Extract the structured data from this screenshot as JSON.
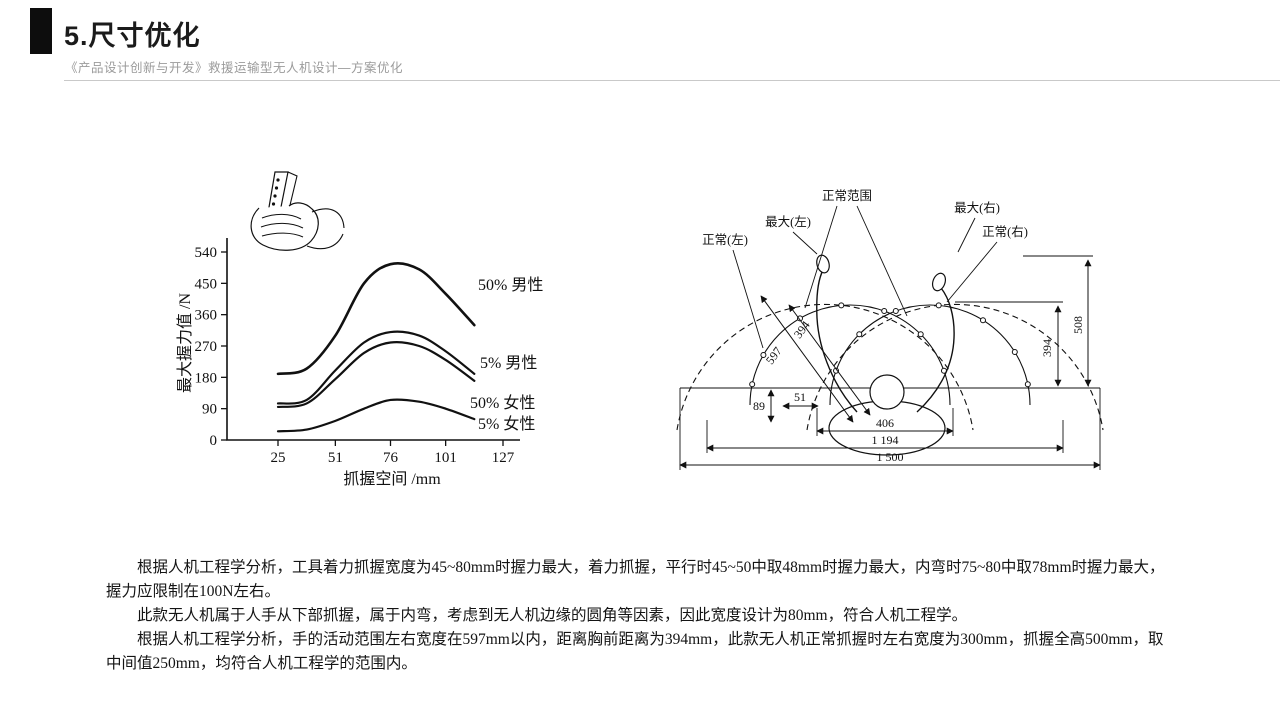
{
  "slide": {
    "title": "5.尺寸优化",
    "subtitle": "《产品设计创新与开发》救援运输型无人机设计—方案优化"
  },
  "chart_data": {
    "type": "line",
    "title": "",
    "xlabel": "抓握空间 /mm",
    "ylabel": "最大握力值 /N",
    "x": [
      25,
      38,
      51,
      64,
      76,
      89,
      101,
      114
    ],
    "x_ticks": [
      25,
      51,
      76,
      101,
      127
    ],
    "y_ticks": [
      0,
      90,
      180,
      270,
      360,
      450,
      540
    ],
    "xlim": [
      25,
      127
    ],
    "ylim": [
      0,
      540
    ],
    "grid": false,
    "legend_position": "inline-right",
    "series": [
      {
        "name": "50% 男性",
        "values": [
          190,
          205,
          300,
          450,
          505,
          490,
          420,
          330
        ]
      },
      {
        "name": "5% 男性",
        "values": [
          105,
          115,
          200,
          280,
          310,
          300,
          255,
          190
        ]
      },
      {
        "name": "50% 女性",
        "values": [
          95,
          105,
          175,
          250,
          280,
          270,
          230,
          170
        ]
      },
      {
        "name": "5% 女性",
        "values": [
          25,
          30,
          55,
          90,
          115,
          110,
          90,
          60
        ]
      }
    ]
  },
  "reach_diagram": {
    "labels": {
      "normal_range": "正常范围",
      "max_left": "最大(左)",
      "normal_left": "正常(左)",
      "max_right": "最大(右)",
      "normal_right": "正常(右)"
    },
    "dimensions": {
      "d394_diag": "394",
      "d597": "597",
      "d508": "508",
      "d394_right": "394",
      "d89": "89",
      "d51": "51",
      "d406": "406",
      "d1194": "1 194",
      "d1500": "1 500"
    }
  },
  "body_text": {
    "p1": "根据人机工程学分析，工具着力抓握宽度为45~80mm时握力最大，着力抓握，平行时45~50中取48mm时握力最大，内弯时75~80中取78mm时握力最大，握力应限制在100N左右。",
    "p2": "此款无人机属于人手从下部抓握，属于内弯，考虑到无人机边缘的圆角等因素，因此宽度设计为80mm，符合人机工程学。",
    "p3": "根据人机工程学分析，手的活动范围左右宽度在597mm以内，距离胸前距离为394mm，此款无人机正常抓握时左右宽度为300mm，抓握全高500mm，取中间值250mm，均符合人机工程学的范围内。"
  }
}
